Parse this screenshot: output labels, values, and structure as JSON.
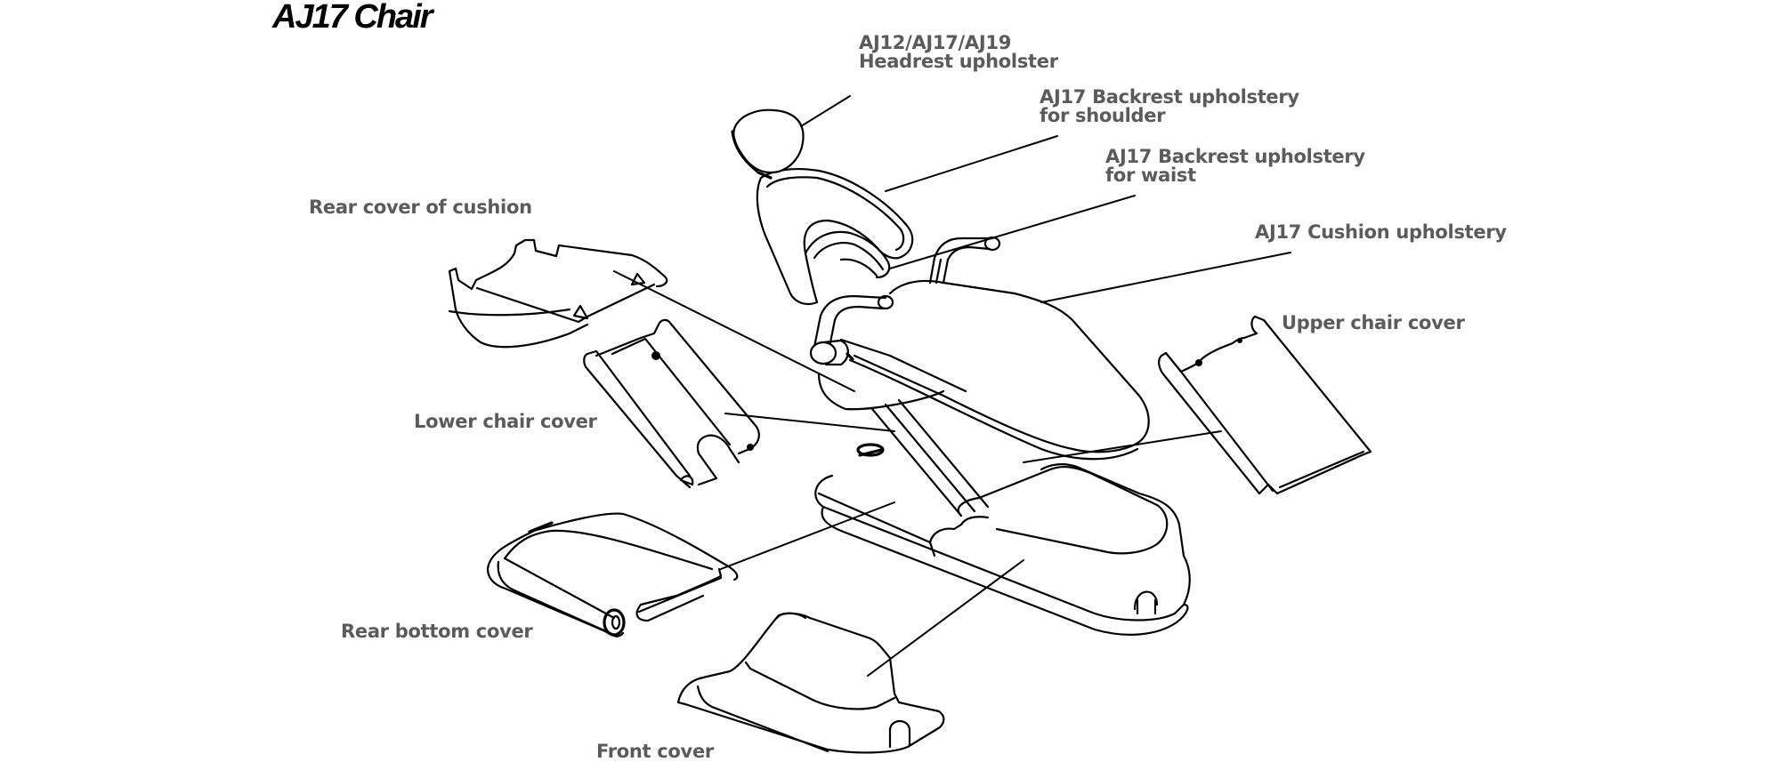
{
  "title": "AJ17 Chair",
  "labels": {
    "headrest": {
      "line1": "AJ12/AJ17/AJ19",
      "line2": "Headrest upholster"
    },
    "backrest_shoulder": {
      "line1": "AJ17 Backrest upholstery",
      "line2": "for shoulder"
    },
    "backrest_waist": {
      "line1": "AJ17 Backrest upholstery",
      "line2": "for waist"
    },
    "cushion": {
      "line1": "AJ17 Cushion upholstery"
    },
    "upper_chair_cover": {
      "line1": "Upper chair cover"
    },
    "rear_cover_cushion": {
      "line1": "Rear cover of cushion"
    },
    "lower_chair_cover": {
      "line1": "Lower chair cover"
    },
    "rear_bottom_cover": {
      "line1": "Rear bottom cover"
    },
    "front_cover": {
      "line1": "Front cover"
    }
  },
  "colors": {
    "label": "#5b5b5b",
    "title": "#000000",
    "line": "#000000",
    "background": "#ffffff"
  }
}
